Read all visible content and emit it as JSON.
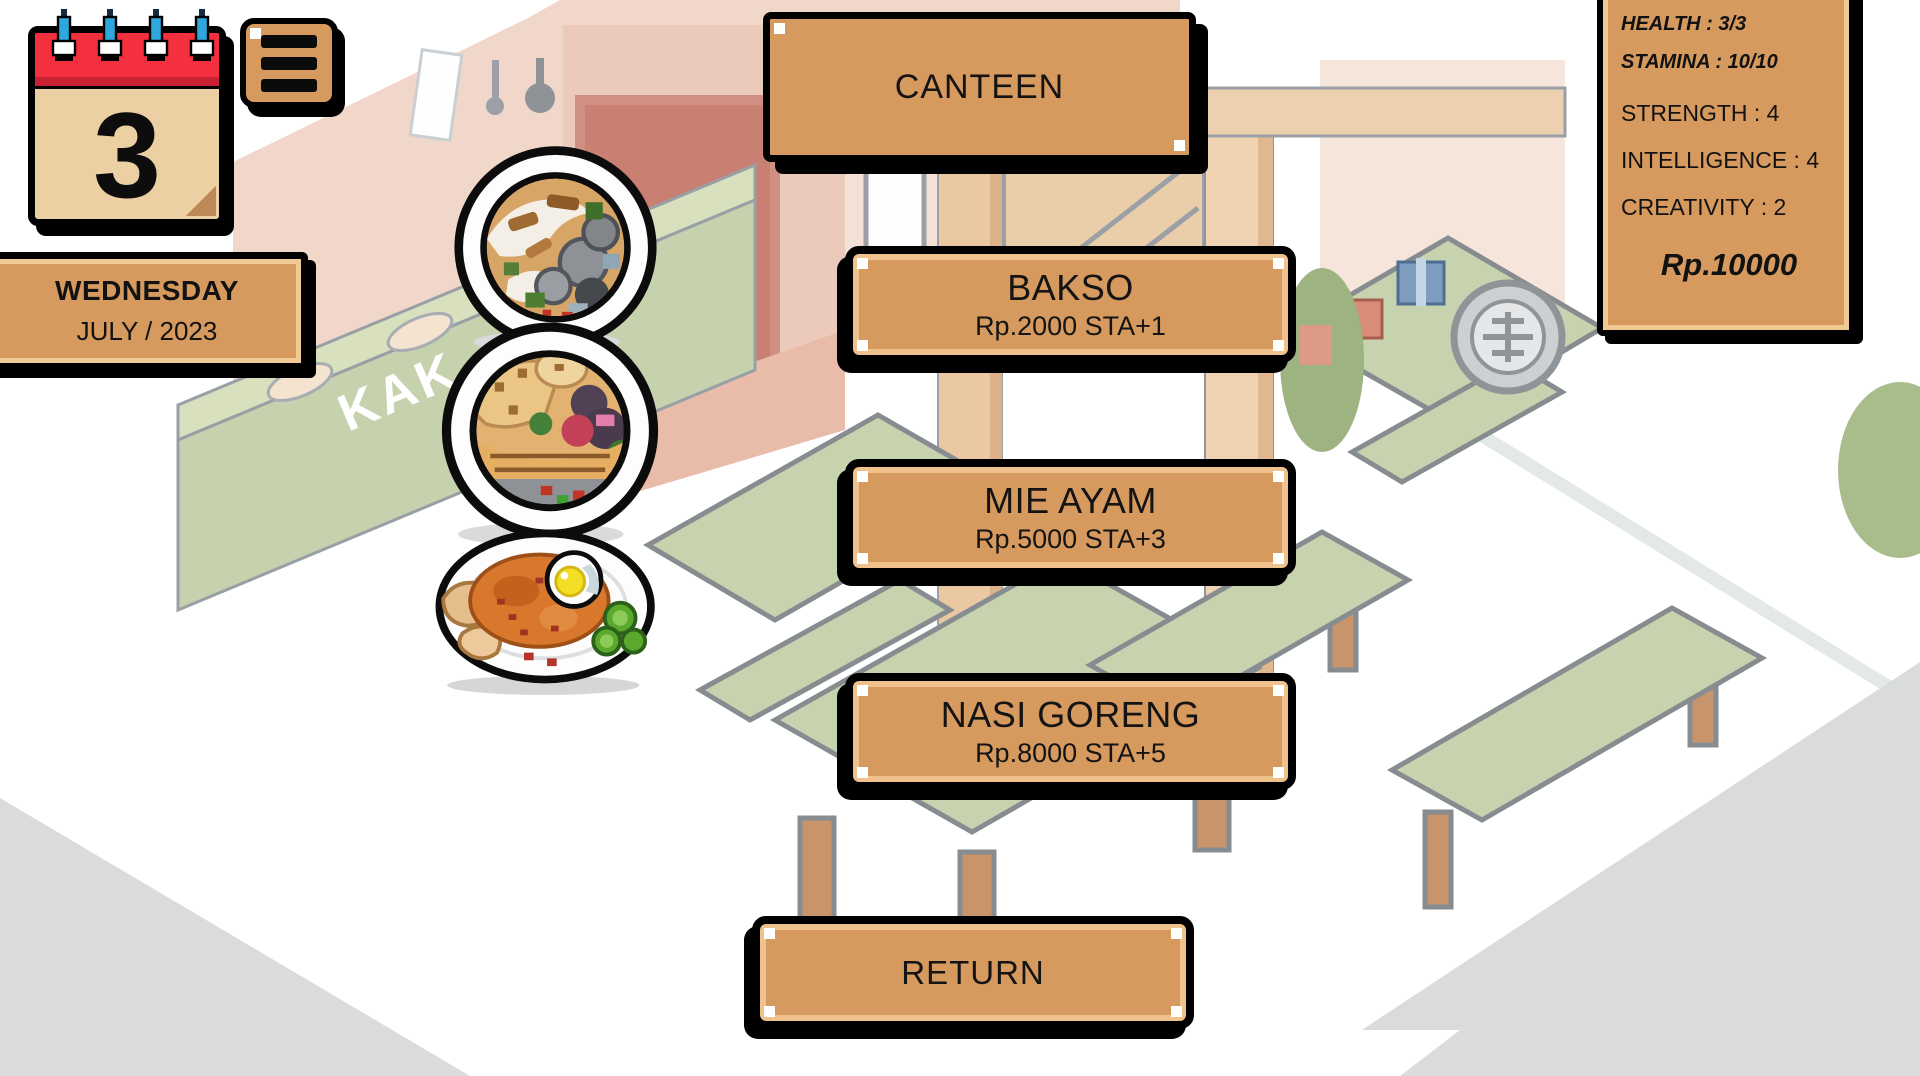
{
  "title_banner": {
    "label": "CANTEEN"
  },
  "calendar": {
    "day": "3"
  },
  "date_panel": {
    "weekday": "WEDNESDAY",
    "month_year": "JULY / 2023"
  },
  "menu": {
    "items": [
      {
        "label": "BAKSO",
        "price_effect": "Rp.2000 STA+1",
        "icon": "bakso-bowl-icon"
      },
      {
        "label": "MIE AYAM",
        "price_effect": "Rp.5000 STA+3",
        "icon": "mie-ayam-bowl-icon"
      },
      {
        "label": "NASI GORENG",
        "price_effect": "Rp.8000 STA+5",
        "icon": "nasi-goreng-plate-icon"
      }
    ]
  },
  "return_button": {
    "label": "RETURN"
  },
  "stats": {
    "health": "HEALTH : 3/3",
    "stamina": "STAMINA : 10/10",
    "strength": "STRENGTH : 4",
    "intelligence": "INTELLIGENCE : 4",
    "creativity": "CREATIVITY : 2",
    "money": "Rp.10000"
  },
  "background": {
    "counter_banner": "KAK"
  },
  "colors": {
    "panel_fill": "#d6995e",
    "panel_highlight": "#f0c995",
    "panel_border": "#000000",
    "calendar_red": "#f4303f",
    "calendar_paper": "#edcfa4",
    "pin_blue": "#2ea7dc",
    "wall_pink": "#f0d7ca",
    "counter_green": "#c6d1ad",
    "outline_gray": "#8b9095",
    "floor_gray": "#dadbdc",
    "text_black": "#121212"
  }
}
